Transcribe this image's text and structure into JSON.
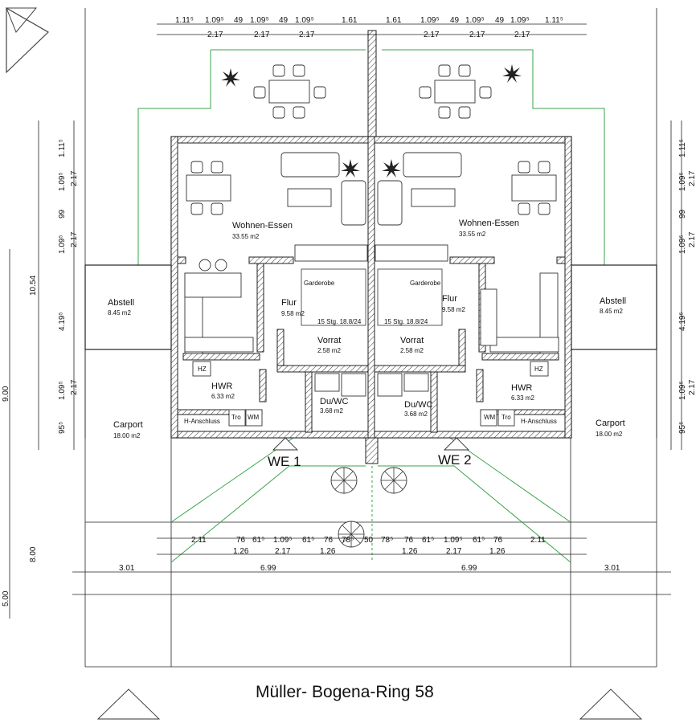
{
  "caption": "Müller- Bogena-Ring 58",
  "units": [
    {
      "entrance": "WE 1"
    },
    {
      "entrance": "WE 2"
    }
  ],
  "rooms": {
    "wohnen": {
      "name": "Wohnen-Essen",
      "area": "33.55 m2"
    },
    "flur": {
      "name": "Flur",
      "area": "9.58 m2"
    },
    "vorrat": {
      "name": "Vorrat",
      "area": "2.58 m2"
    },
    "duwc": {
      "name": "Du/WC",
      "area": "3.68 m2"
    },
    "hwr": {
      "name": "HWR",
      "area": "6.33 m2"
    },
    "abstell": {
      "name": "Abstell",
      "area": "8.45 m2"
    },
    "carport": {
      "name": "Carport",
      "area": "18.00 m2"
    }
  },
  "labels": {
    "garderobe": "Garderobe",
    "stairs": "15 Stg. 18.8/24",
    "hz": "HZ",
    "h_anschluss": "H-Anschluss",
    "trockner": "Tro",
    "wm": "WM"
  },
  "dims": {
    "top_row1_left": [
      "1.11⁵",
      "1.09⁵",
      "49",
      "1.09⁵",
      "49",
      "1.09⁵",
      "1.61"
    ],
    "top_row1_right": [
      "1.61",
      "1.09⁵",
      "49",
      "1.09⁵",
      "49",
      "1.09⁵",
      "1.11⁵"
    ],
    "top_row2": [
      "2.17",
      "2.17",
      "2.17"
    ],
    "bottom_row1_left": [
      "2.11",
      "76",
      "61⁵",
      "1.09⁵",
      "61⁵",
      "76",
      "78⁵",
      "50"
    ],
    "bottom_row1_right": [
      "78⁵",
      "76",
      "61⁵",
      "1.09⁵",
      "61⁵",
      "76",
      "2.11"
    ],
    "bottom_row2_left": [
      "1.26",
      "2.17",
      "1.26"
    ],
    "bottom_row2_right": [
      "1.26",
      "2.17",
      "1.26"
    ],
    "bottom_row3": [
      "3.01",
      "6.99",
      "6.99",
      "3.01"
    ],
    "side_inner": [
      "1.11⁵",
      "1.09⁵",
      "2.17",
      "99",
      "1.09⁵",
      "2.17",
      "4.19⁵",
      "1.09⁵",
      "2.17",
      "95⁵"
    ],
    "side_outer": [
      "10.54",
      "9.00",
      "8.00",
      "5.00"
    ]
  }
}
